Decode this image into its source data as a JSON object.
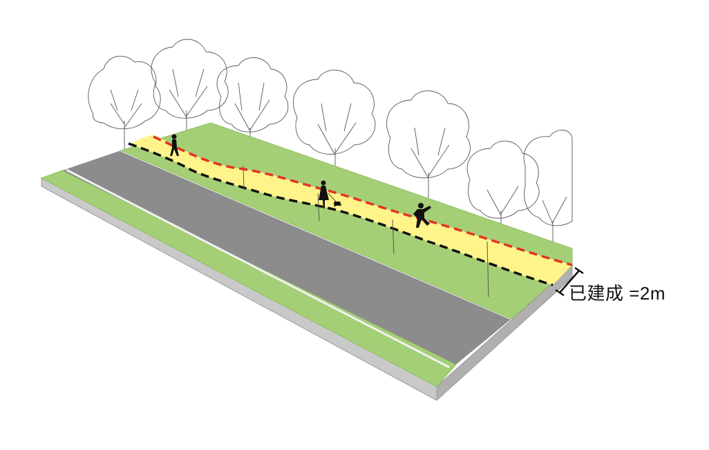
{
  "annotation": {
    "width_label": "已建成 =2m"
  },
  "colors": {
    "grass": "#a5cf76",
    "grass_dark": "#8fbf5f",
    "road": "#8c8c8c",
    "path": "#fef48a",
    "curb_side": "#c9c9c9",
    "edge_red": "#e53223",
    "edge_black": "#111111",
    "road_line": "#f2f2f2"
  },
  "figures": [
    "walking-person",
    "person-with-dog",
    "running-person"
  ]
}
